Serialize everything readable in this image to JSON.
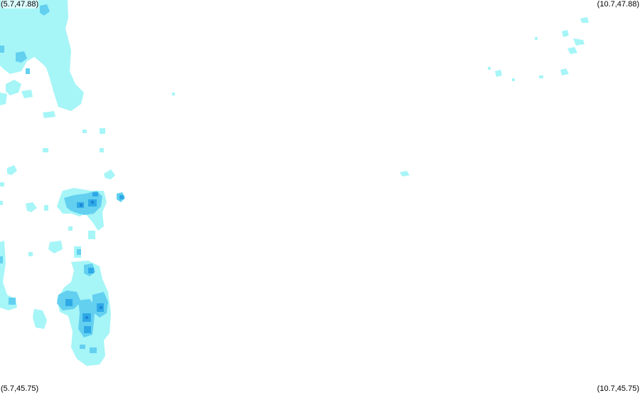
{
  "map": {
    "corner_labels": {
      "top_left": "(5.7,47.88)",
      "top_right": "(10.7,47.88)",
      "bottom_left": "(5.7,45.75)",
      "bottom_right": "(10.7,45.75)"
    },
    "extent": {
      "lon_min": 5.7,
      "lon_max": 10.7,
      "lat_min": 45.75,
      "lat_max": 47.88
    },
    "intensity_colors": {
      "light": "#a6f5f7",
      "medium": "#63d0f0",
      "strong": "#2fa9e6",
      "heavy": "#1b86d6"
    },
    "background_color": "#ffffff"
  }
}
